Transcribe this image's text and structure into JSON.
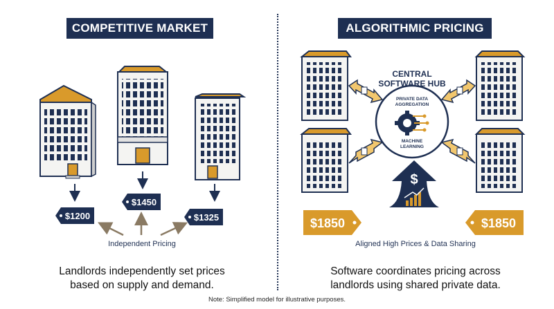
{
  "left_panel": {
    "title": "COMPETITIVE MARKET",
    "prices": [
      "$1200",
      "$1450",
      "$1325"
    ],
    "caption": "Independent Pricing",
    "summary_line1": "Landlords independently set prices",
    "summary_line2": "based on supply and demand."
  },
  "right_panel": {
    "title": "ALGORITHMIC PRICING",
    "hub_title_line1": "CENTRAL",
    "hub_title_line2": "SOFTWARE HUB",
    "hub_top_line1": "PRIVATE DATA",
    "hub_top_line2": "AGGREGATION",
    "hub_bottom_line1": "MACHINE",
    "hub_bottom_line2": "LEARNING",
    "prices": [
      "$1850",
      "$1850"
    ],
    "caption": "Aligned High Prices & Data Sharing",
    "summary_line1": "Software coordinates pricing across",
    "summary_line2": "landlords using shared private data."
  },
  "footnote": "Note: Simplified model for illustrative purposes.",
  "colors": {
    "navy": "#1e2f52",
    "gold": "#d99a2b",
    "tan": "#8a7a63",
    "building_fill": "#f4f4f2"
  },
  "icons": [
    "dollar-icon",
    "gear-icon",
    "growth-chart-icon",
    "document-icon"
  ]
}
